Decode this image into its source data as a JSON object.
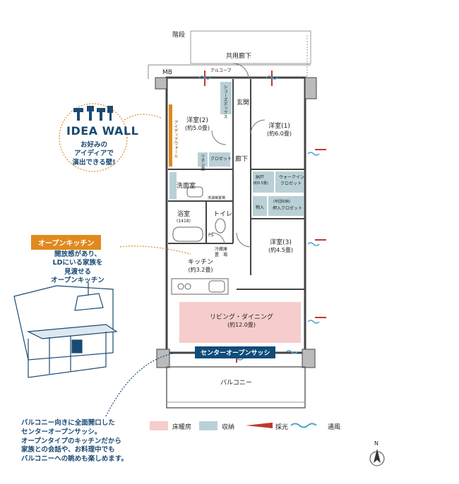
{
  "labels": {
    "stairs": "階段",
    "common_corridor": "共用廊下",
    "alcove": "アルコーブ",
    "mb": "MB",
    "entrance": "玄関",
    "shoebox": "シューズボックス",
    "western2": "洋室(2)",
    "western2_size": "(約5.0畳)",
    "western1": "洋室(1)",
    "western1_size": "(約6.0畳)",
    "western3": "洋室(3)",
    "western3_size": "(約4.5畳)",
    "closet": "クロゼット",
    "corridor": "廊下",
    "idea_wall_vertical": "アイディアウォール",
    "storage_small": "リネン庫",
    "washroom": "洗面室",
    "washing_machine": "洗濯機置場",
    "storage_closet": "納戸",
    "storage_closet_size": "(約0.5畳)",
    "walkin": "ウォークイン",
    "walkin2": "クロゼット",
    "storage_in": "物入",
    "futon_closet": "(布団収納)",
    "oshiire_closet": "押入クロゼット",
    "bath": "浴室",
    "bath_size": "(1418)",
    "toilet": "トイレ",
    "fridge": "冷蔵庫",
    "fridge2": "置　場",
    "kitchen": "キッチン",
    "kitchen_size": "(約3.2畳)",
    "living": "リビング・ダイニング",
    "living_size": "(約12.0畳)",
    "center_sash": "センターオープンサッシ",
    "balcony": "バルコニー",
    "ps": "PS",
    "north": "N"
  },
  "idea_wall": {
    "title": "IDEA WALL",
    "line1": "お好みの",
    "line2": "アイディアで",
    "line3": "演出できる壁!"
  },
  "open_kitchen": {
    "title": "オープンキッチン",
    "line1": "開放感があり、",
    "line2": "LDにいる家族を",
    "line3": "見渡せる",
    "line4": "オープンキッチン"
  },
  "bottom_note": {
    "line1": "バルコニー向きに全面開口した",
    "line2": "センターオープンサッシ。",
    "line3": "オープンタイプのキッチンだから",
    "line4": "家族との会話や、お料理中でも",
    "line5": "バルコニーへの眺めも楽しめます。"
  },
  "legend": {
    "floor_heating": "床暖房",
    "storage": "収納",
    "daylight": "採光",
    "ventilation": "通風"
  },
  "colors": {
    "floor_heating": "#f6cccc",
    "storage": "#b9d1d6",
    "navy": "#0f4c7a",
    "orange": "#e08a1e",
    "daylight_red": "#c0392b",
    "wind_blue": "#4aa3c8"
  }
}
